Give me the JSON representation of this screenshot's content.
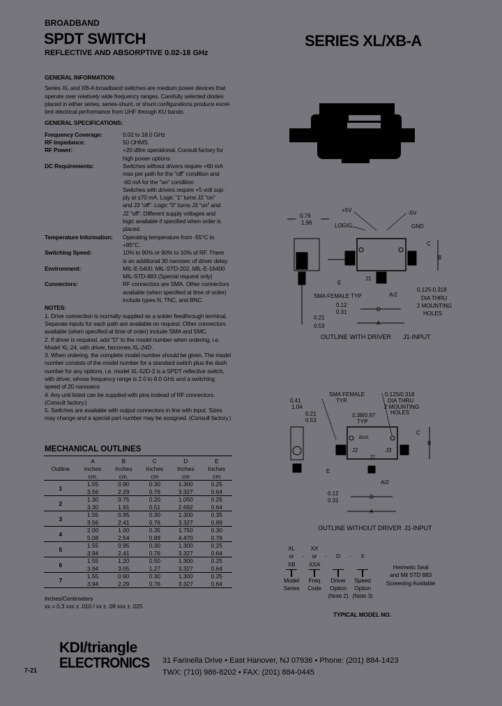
{
  "header": {
    "kicker": "BROADBAND",
    "title": "SPDT SWITCH",
    "subtitle": "REFLECTIVE AND ABSORPTIVE 0.02-18 GHz",
    "series": "SERIES XL/XB-A"
  },
  "general_info": {
    "heading": "GENERAL INFORMATION:",
    "lines": [
      "Series XL and XB-A broadband switches are medium power devices that",
      "operate over relatively wide frequency ranges. Carefully selected diodes",
      "placed in either series, series-shunt, or shunt configurations produce excel-",
      "lent electrical performance from UHF through KU bands."
    ]
  },
  "specs": {
    "heading": "GENERAL SPECIFICATIONS:",
    "rows": [
      {
        "label": "Frequency Coverage:",
        "lines": [
          "0.02 to 18.0 GHz"
        ]
      },
      {
        "label": "RF Impedance:",
        "lines": [
          "50 OHMS."
        ]
      },
      {
        "label": "RF Power:",
        "lines": [
          "+20 dBm operational. Consult factory for",
          "high power options."
        ]
      },
      {
        "label": "DC Requirements:",
        "lines": [
          "Switches without drivers require +60 mA",
          "max per path for the \"off\" condition and",
          "-60 mA for the \"on\" condition",
          "Switches with drivers require +5 volt sup-",
          "ply at ±70 mA. Logic \"1\" turns J2 \"on\"",
          "and J3 \"off\". Logic \"0\" turns J3 \"on\" and",
          "J2 \"off\". Different supply voltages and",
          "logic available if specified when order is",
          "placed."
        ]
      },
      {
        "label": "Temperature Information:",
        "lines": [
          "Operating temperature from -55°C to",
          "+85°C."
        ]
      },
      {
        "label": "Switching Speed:",
        "lines": [
          "10% to 90% or 90% to 10% of RF. There",
          "is an additional 30 nanosec of driver delay."
        ]
      },
      {
        "label": "Environment:",
        "lines": [
          "MIL-E-5400, MIL-STD-202, MIL-E-16400",
          "MIL-STD-883 (Special request only)"
        ]
      },
      {
        "label": "Connectors:",
        "lines": [
          "RF connectors are SMA. Other connectors",
          "available (when specified at time of order)",
          "include types N, TNC, and BNC."
        ]
      }
    ]
  },
  "notes": {
    "heading": "NOTES:",
    "lines": [
      "1. Drive connection is normally supplied as a solder feedthrough terminal.",
      "Separate inputs for each path are available on request. Other connectors",
      "available (when specified at time of order) include SMA and SMC.",
      "2. If driver is required, add \"D\" to the model number when ordering, i.e.",
      "Model XL-24, with driver, becomes XL-24D.",
      "3. When ordering, the complete model number should be given. The model",
      "number consists of the model number for a standard switch plus the dash",
      "number for any options, i.e. model XL-52D-2 is a SPDT reflective switch,",
      "with driver, whose frequency range is 2.0 to 8.0 GHz and a switching",
      "speed of 20 nanosecs",
      "4. Any unit listed can be supplied with pins instead of RF connectors.",
      "(Consult factory.)",
      "5. Switches are available with output connectors in line with input. Sizes",
      "may change and a special part number may be assigned. (Consult factory.)"
    ]
  },
  "mechanical": {
    "heading": "MECHANICAL OUTLINES",
    "columns": [
      {
        "name": "Outline",
        "unit1": "",
        "unit2": ""
      },
      {
        "name": "A",
        "unit1": "Inches",
        "unit2": "cm."
      },
      {
        "name": "B",
        "unit1": "Inches",
        "unit2": "cm."
      },
      {
        "name": "C",
        "unit1": "Inches",
        "unit2": "cm"
      },
      {
        "name": "D",
        "unit1": "Inches",
        "unit2": "cm"
      },
      {
        "name": "E",
        "unit1": "Inches",
        "unit2": "cm"
      }
    ],
    "rows": [
      {
        "outline": "1",
        "in": [
          "1.55",
          "0.90",
          "0.30",
          "1.300",
          "0.25"
        ],
        "cm": [
          "3.56",
          "2.29",
          "0.76",
          "3.327",
          "0.64"
        ]
      },
      {
        "outline": "2",
        "in": [
          "1.30",
          "0.75",
          "0.20",
          "1.050",
          "0.25"
        ],
        "cm": [
          "3.30",
          "1.91",
          "0.51",
          "2.692",
          "0.64"
        ]
      },
      {
        "outline": "3",
        "in": [
          "1.55",
          "0.95",
          "0.30",
          "1.300",
          "0.35"
        ],
        "cm": [
          "3.56",
          "2.41",
          "0.76",
          "3.327",
          "0.89"
        ]
      },
      {
        "outline": "4",
        "in": [
          "2.00",
          "1.00",
          "0.35",
          "1.750",
          "0.30"
        ],
        "cm": [
          "5.08",
          "2.54",
          "0.89",
          "4.470",
          "0.78"
        ]
      },
      {
        "outline": "5",
        "in": [
          "1.55",
          "0.95",
          "0.30",
          "1.300",
          "0.25"
        ],
        "cm": [
          "3.94",
          "2.41",
          "0.76",
          "3.327",
          "0.64"
        ]
      },
      {
        "outline": "6",
        "in": [
          "1.55",
          "1.20",
          "0.50",
          "1.300",
          "0.25"
        ],
        "cm": [
          "3.94",
          "3.05",
          "1.27",
          "3.327",
          "0.64"
        ]
      },
      {
        "outline": "7",
        "in": [
          "1.55",
          "0.90",
          "0.30",
          "1.300",
          "0.25"
        ],
        "cm": [
          "3.94",
          "2.29",
          "0.76",
          "3.327",
          "0.64"
        ]
      }
    ],
    "footnote1": "Inches/Centimeters",
    "footnote2": "xx = 0.3 xxx ± .010 / xx ± .08 xxx ± .025"
  },
  "outline_driver": {
    "caption": "OUTLINE WITH DRIVER",
    "input": "J1-INPUT",
    "labels": {
      "w1": "0.76",
      "w2": "1.96",
      "plus5": "+5V",
      "minus5": "-5V",
      "logic": "LOGIC",
      "gnd": "GND",
      "c": "C",
      "b": "B",
      "e": "E",
      "j1": "J1",
      "a2": "A/2",
      "d": "D",
      "a": "A",
      "sma": "SMA FEMALE TYP",
      "h1": "0.12",
      "h2": "0.31",
      "p1": "0.21",
      "p2": "0.53",
      "holes1": "0.125-0.318",
      "holes2": "DIA THRU",
      "holes3": "2 MOUNTING",
      "holes4": "HOLES"
    }
  },
  "outline_nodriver": {
    "caption": "OUTLINE WITHOUT DRIVER",
    "input": "J1-INPUT",
    "labels": {
      "w1": "0.41",
      "w2": "1.04",
      "p1": "0.21",
      "p2": "0.53",
      "sma1": "SMA FEMALE",
      "sma2": "TYP.",
      "off1": "0.38/0.97",
      "off2": "TYP",
      "holes1": "0.125/0.318",
      "holes2": "DIA THRU",
      "holes3": "2 MOUNTING",
      "holes4": "HOLES",
      "c": "C",
      "b": "B",
      "e": "E",
      "j2": "J2",
      "j3": "J3",
      "j1": "J1",
      "bias": "BIAS",
      "a2": "A/2",
      "d": "D",
      "a": "A",
      "h1": "0.12",
      "h2": "0.31"
    }
  },
  "model": {
    "parts": [
      {
        "top": "XL",
        "or": "or",
        "bottom": "XB",
        "label1": "Model",
        "label2": "Series",
        "label3": ""
      },
      {
        "top": "XX",
        "or": "or",
        "bottom": "XXA",
        "label1": "Freq",
        "label2": "Code",
        "label3": ""
      },
      {
        "top": "",
        "or": "D",
        "bottom": "",
        "label1": "Driver",
        "label2": "Option",
        "label3": "(Note 2)"
      },
      {
        "top": "",
        "or": "X",
        "bottom": "",
        "label1": "Speed",
        "label2": "Option",
        "label3": "(Note 3)"
      }
    ],
    "dash": "-",
    "hermetic": [
      "Hermetic Seal",
      "and Mil STD 883",
      "Screening Available"
    ],
    "caption": "TYPICAL MODEL NO."
  },
  "footer": {
    "page": "7-21",
    "logo_line1": "KDI/triangle",
    "logo_line2": "ELECTRONICS",
    "address": "31 Farinella Drive • East Hanover, NJ 07936 • Phone: (201) 884-1423",
    "contact": "TWX: (710) 986-8202 • FAX: (201) 884-0445"
  }
}
